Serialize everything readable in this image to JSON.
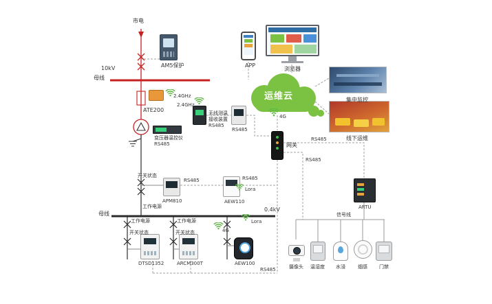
{
  "colors": {
    "hv_line": "#c62121",
    "lv_line": "#2b2b2b",
    "comm_line": "#a0a0a0",
    "cloud_green": "#7cc242",
    "wifi_green": "#5fb944"
  },
  "labels": {
    "mains": "市电",
    "hv": "10kV",
    "hv_bus": "母线",
    "relay": "AM5保护",
    "ate200": "ATE200",
    "ghz_a": "2.4GHz",
    "ghz_b": "2.4GHz",
    "recv1": "无线测温",
    "recv2": "接收装置",
    "recv_rs485": "RS485",
    "meter2_rs485": "RS485",
    "txfmr_ctrl": "变压器温控仪",
    "txfmr_rs485": "RS485",
    "sw_mid": "开关状态",
    "apm810": "APM810",
    "apm_rs485": "RS485",
    "aew110": "AEW110",
    "aew110_rs485": "RS485",
    "aew110_lora": "Lora",
    "wp_mid": "工作电源",
    "lv": "0.4kV",
    "lv_bus": "母线",
    "wp1": "工作电源",
    "sw1": "开关状态",
    "wp2": "工作电源",
    "sw2": "开关状态",
    "dtsd": "DTSD1352",
    "arcm": "ARCM300T",
    "aew100": "AEW100",
    "g4_b": "4G",
    "lora2": "Lora",
    "camera": "摄像头",
    "temphum": "温湿度",
    "water": "水浸",
    "smoke": "烟感",
    "door": "门禁",
    "artu": "ARTU",
    "signal": "信号线",
    "rs485_r1": "RS485",
    "rs485_r2": "RS485",
    "rs485_bot": "RS485",
    "gateway": "网关",
    "g4_t": "4G",
    "app": "APP",
    "browser": "浏览器",
    "cloud": "运维云",
    "photo1": "集中监控",
    "photo2": "线下运维"
  }
}
